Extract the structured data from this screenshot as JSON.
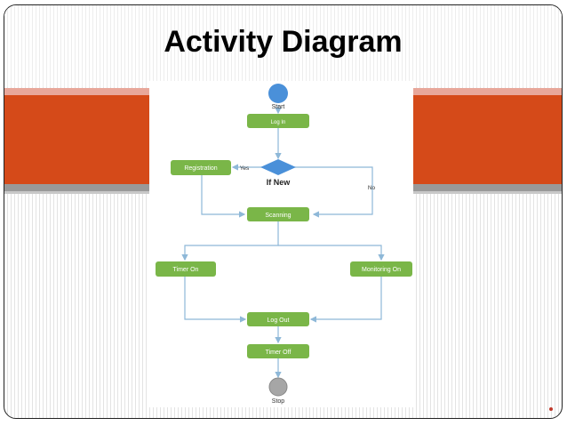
{
  "slide": {
    "title": "Activity Diagram",
    "accent_color": "#d54a19"
  },
  "diagram": {
    "nodes": {
      "start": "Start",
      "login": "Log In",
      "decision": "If New",
      "registration": "Registration",
      "scanning": "Scanning",
      "timer_on": "Timer On",
      "monitoring_on": "Monitoring On",
      "logout": "Log Out",
      "timer_off": "Timer Off",
      "stop": "Stop"
    },
    "edges": {
      "yes": "Yes",
      "no": "No"
    },
    "colors": {
      "activity_fill": "#7ab648",
      "start_fill": "#4a90d9",
      "decision_fill": "#4a90d9",
      "stop_fill": "#a6a6a6",
      "connector": "#8eb8d8"
    }
  }
}
